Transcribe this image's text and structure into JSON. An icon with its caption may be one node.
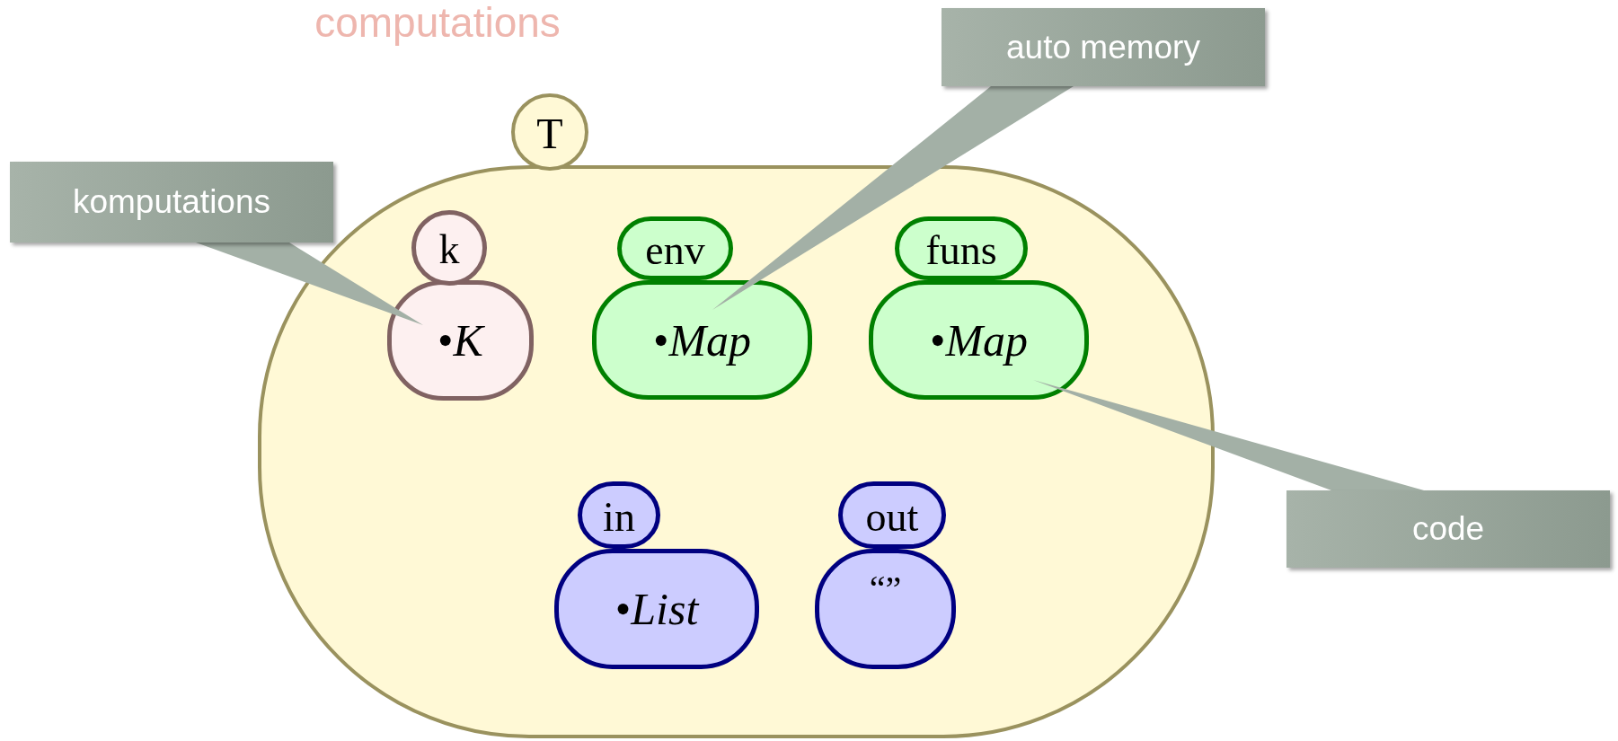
{
  "diagram": {
    "title": "computations",
    "nodes": [
      {
        "text": [
          "T"
        ]
      },
      {
        "text": [
          "k",
          "•*K*"
        ],
        "in": 0
      },
      {
        "text": [
          "env",
          "•*Map*"
        ],
        "in": 0
      },
      {
        "text": [
          "funs",
          "•*Map*"
        ],
        "in": 0
      },
      {
        "text": [
          "in",
          "•*List*"
        ],
        "in": 0
      },
      {
        "text": [
          "out",
          "“”"
        ],
        "in": 0
      },
      {
        "text": [
          "komputations"
        ]
      },
      {
        "text": [
          "auto memory"
        ]
      },
      {
        "text": [
          "code"
        ]
      }
    ],
    "edges": [
      {
        "from": 6,
        "to": 1,
        "arrow": "none"
      },
      {
        "from": 7,
        "to": 2,
        "arrow": "none"
      },
      {
        "from": 8,
        "to": 3,
        "arrow": "none"
      }
    ]
  }
}
